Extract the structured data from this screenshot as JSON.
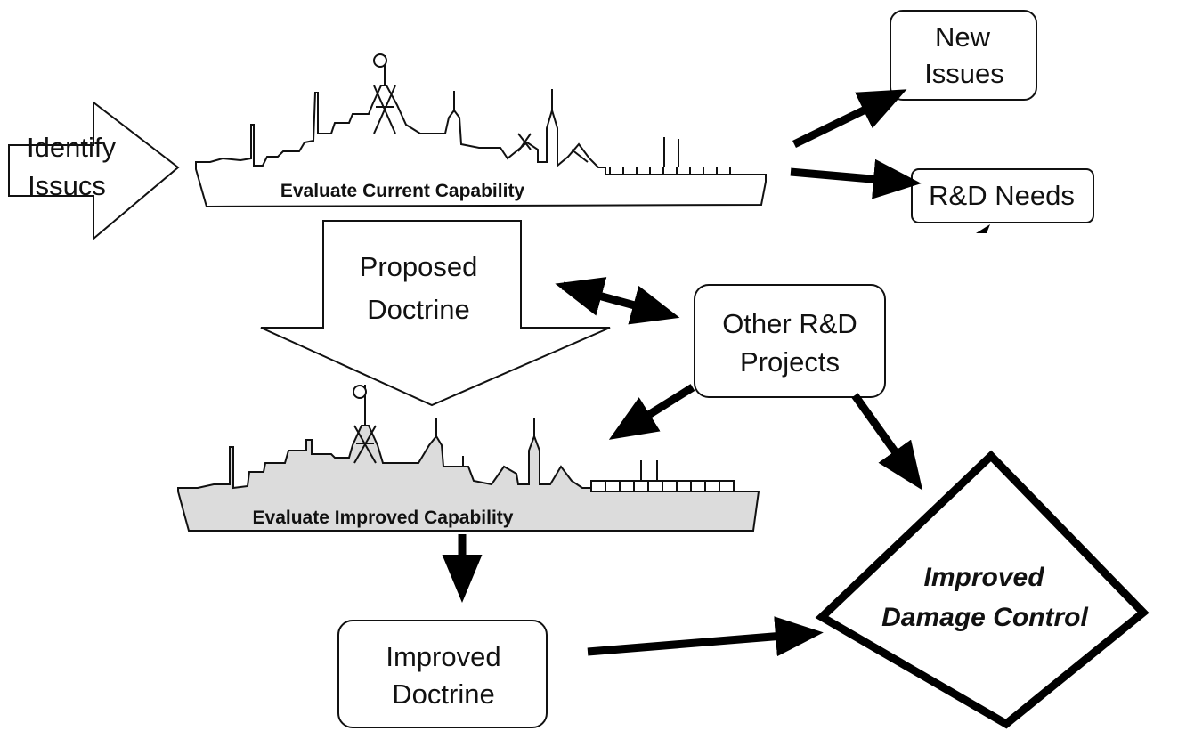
{
  "nodes": {
    "identify": {
      "lines": [
        "Identify",
        "Issucs"
      ]
    },
    "evaluate_current": {
      "prefix": "Evaluate ",
      "bold": "Current",
      "suffix": " Capability"
    },
    "new_issues": {
      "lines": [
        "New",
        "Issues"
      ]
    },
    "rd_needs": {
      "label": "R&D Needs"
    },
    "proposed": {
      "lines": [
        "Proposed",
        "Doctrine"
      ]
    },
    "other_rd": {
      "lines": [
        "Other R&D",
        "Projects"
      ]
    },
    "evaluate_improved": {
      "prefix": "Evaluate ",
      "bold": "Improved",
      "suffix": " Capability"
    },
    "improved_doctrine": {
      "lines": [
        "Improved",
        "Doctrine"
      ]
    },
    "improved_dc": {
      "lines": [
        "Improved",
        "Damage Control"
      ]
    }
  },
  "colors": {
    "ink": "#111111",
    "ship_fill": "#dcdcdc",
    "background": "#ffffff"
  }
}
